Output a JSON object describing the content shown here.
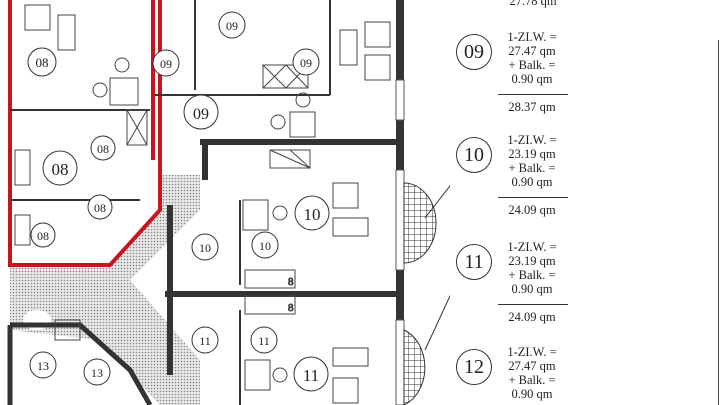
{
  "drawing": {
    "type": "apartment floor plan (scanned)",
    "highlight_color": "#c8141e",
    "wall_color": "#333333",
    "corridor_pattern": "dotted grey",
    "balcony_pattern": "cross-hatched"
  },
  "room_labels": {
    "unit_08": [
      "08",
      "08",
      "08",
      "08",
      "08"
    ],
    "unit_09": [
      "09",
      "09",
      "09",
      "09"
    ],
    "unit_10": [
      "10",
      "10",
      "10"
    ],
    "unit_11": [
      "11",
      "11",
      "11"
    ],
    "unit_13": [
      "13",
      "13"
    ]
  },
  "legend": {
    "top_total": "27.78 qm",
    "entries": [
      {
        "unit": "09",
        "line1": "1-ZI.W. =",
        "line2": "27.47 qm",
        "line3": "+ Balk. =",
        "line4": "0.90 qm",
        "total": "28.37 qm"
      },
      {
        "unit": "10",
        "line1": "1-ZI.W. =",
        "line2": "23.19 qm",
        "line3": "+ Balk. =",
        "line4": "0.90 qm",
        "total": "24.09 qm"
      },
      {
        "unit": "11",
        "line1": "1-ZI.W. =",
        "line2": "23.19 qm",
        "line3": "+ Balk. =",
        "line4": "0.90 qm",
        "total": "24.09 qm"
      },
      {
        "unit": "12",
        "line1": "1-ZI.W. =",
        "line2": "27.47 qm",
        "line3": "+ Balk. =",
        "line4": "0.90 qm"
      }
    ]
  }
}
